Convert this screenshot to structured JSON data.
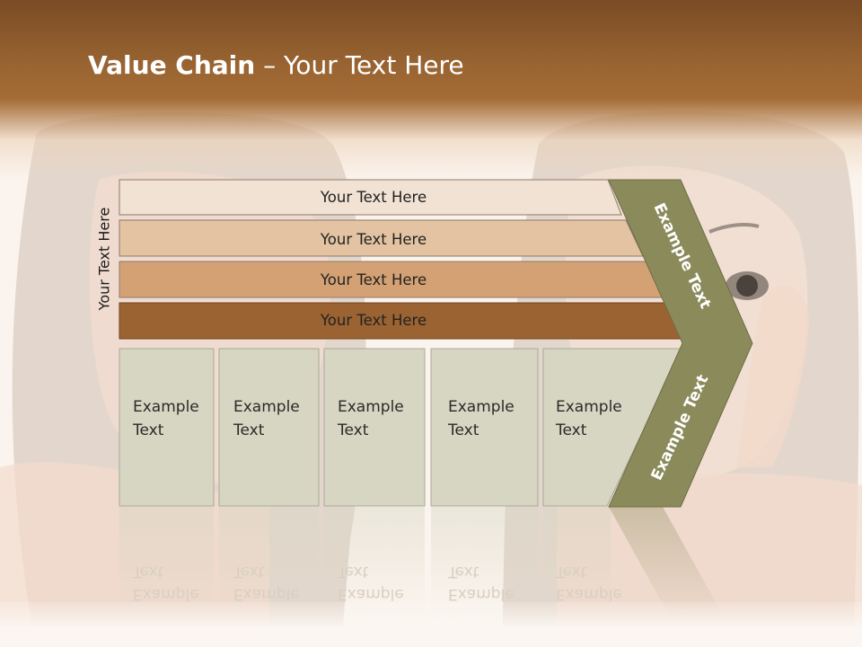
{
  "title": {
    "bold": "Value Chain",
    "rest": " – Your Text Here"
  },
  "side_label": "Your Text Here",
  "bars": [
    {
      "label": "Your Text Here",
      "color": "#f2e2d4"
    },
    {
      "label": "Your Text Here",
      "color": "#e4c3a2"
    },
    {
      "label": "Your Text Here",
      "color": "#d4a174"
    },
    {
      "label": "Your Text Here",
      "color": "#9b6331"
    }
  ],
  "boxes": [
    {
      "line1": "Example",
      "line2": "Text"
    },
    {
      "line1": "Example",
      "line2": "Text"
    },
    {
      "line1": "Example",
      "line2": "Text"
    },
    {
      "line1": "Example",
      "line2": "Text"
    },
    {
      "line1": "Example",
      "line2": "Text"
    }
  ],
  "chevron": {
    "upper_label": "Example Text",
    "lower_label": "Example Text",
    "color": "#8b8a5b"
  },
  "colors": {
    "header": "#9a6532",
    "box_fill": "#d7d6c2",
    "box_border": "#a9a899"
  }
}
